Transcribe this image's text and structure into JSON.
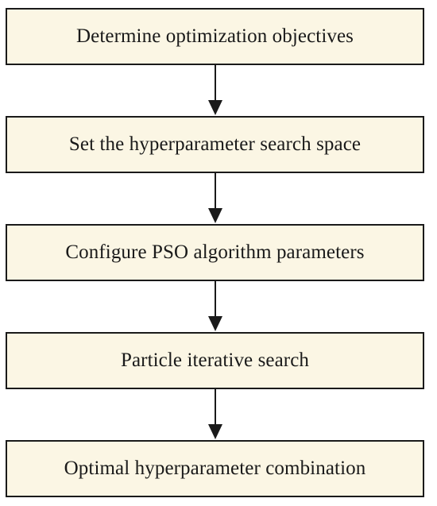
{
  "steps": [
    {
      "label": "Determine optimization objectives"
    },
    {
      "label": "Set the hyperparameter search space"
    },
    {
      "label": "Configure PSO algorithm parameters"
    },
    {
      "label": "Particle iterative search"
    },
    {
      "label": "Optimal hyperparameter combination"
    }
  ],
  "colors": {
    "box_fill": "#fbf6e4",
    "stroke": "#1a1a1a",
    "background": "#ffffff"
  }
}
